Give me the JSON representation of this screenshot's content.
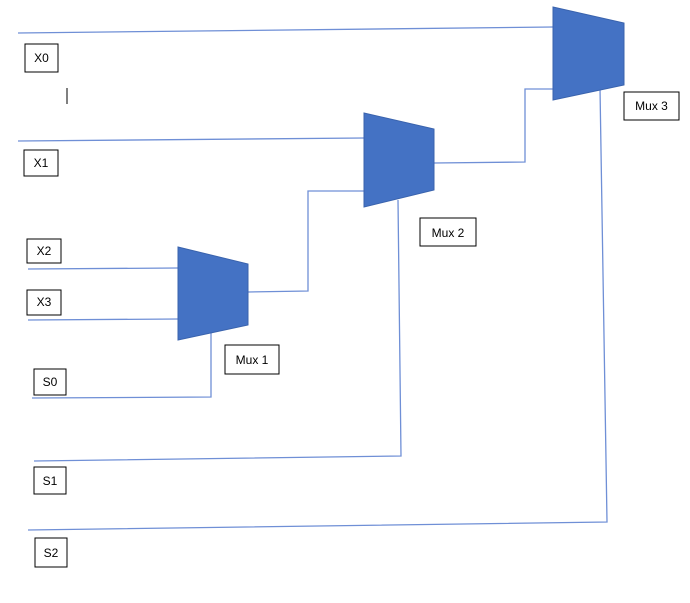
{
  "inputs": {
    "x0": "X0",
    "x1": "X1",
    "x2": "X2",
    "x3": "X3",
    "s0": "S0",
    "s1": "S1",
    "s2": "S2"
  },
  "muxes": {
    "mux1": "Mux 1",
    "mux2": "Mux 2",
    "mux3": "Mux 3"
  },
  "colors": {
    "mux_fill": "#4472c4",
    "wire": "#6f8fd6"
  }
}
